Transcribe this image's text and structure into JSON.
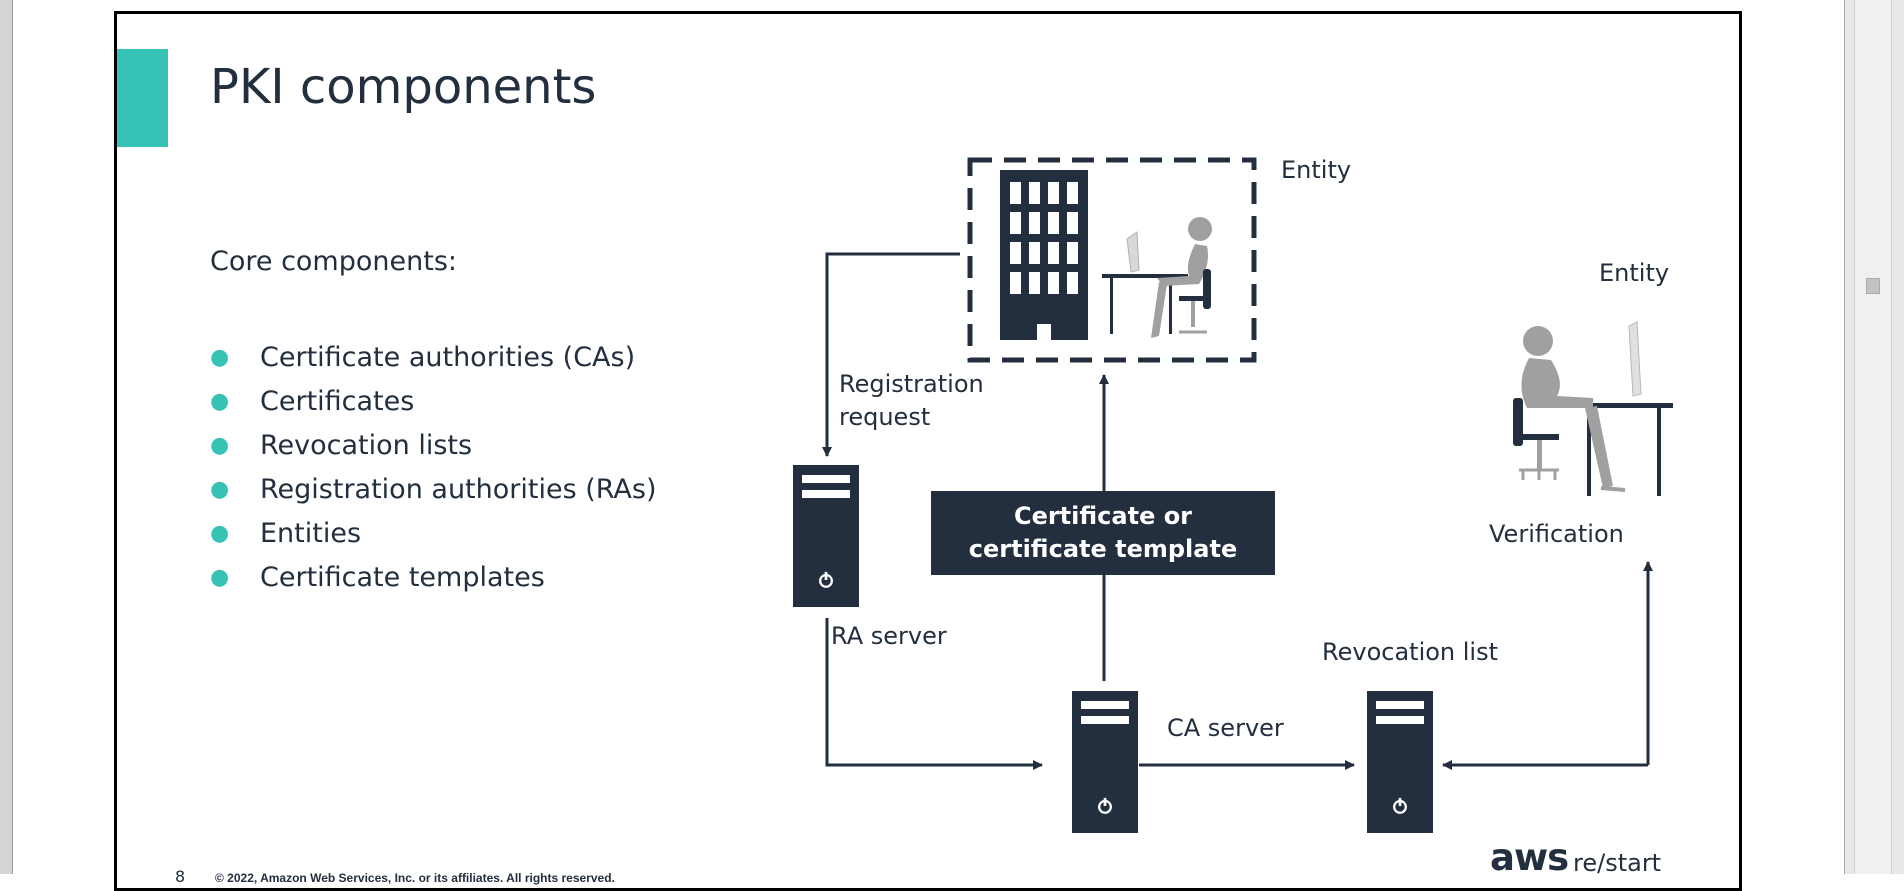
{
  "slide": {
    "title": "PKI components",
    "core_heading": "Core components:",
    "bullets": [
      "Certificate authorities (CAs)",
      "Certificates",
      "Revocation lists",
      "Registration authorities (RAs)",
      "Entities",
      "Certificate templates"
    ],
    "diagram": {
      "entity_top": "Entity",
      "entity_right": "Entity",
      "registration_line1": "Registration",
      "registration_line2": "request",
      "cert_line1": "Certificate or",
      "cert_line2": "certificate template",
      "verification": "Verification",
      "ra_server": "RA server",
      "ca_server": "CA server",
      "revocation_list": "Revocation list"
    },
    "footer": {
      "page_number": "8",
      "copyright": "© 2022, Amazon Web Services, Inc. or its affiliates. All rights reserved."
    },
    "logo": {
      "aws": "aws",
      "restart": "re/start"
    }
  },
  "colors": {
    "accent": "#36c2b4",
    "dark": "#232f3e",
    "figure_gray": "#a0a0a0"
  },
  "icons": [
    "building-icon",
    "person-at-desk-icon",
    "server-icon",
    "power-icon",
    "arrow-icon"
  ]
}
